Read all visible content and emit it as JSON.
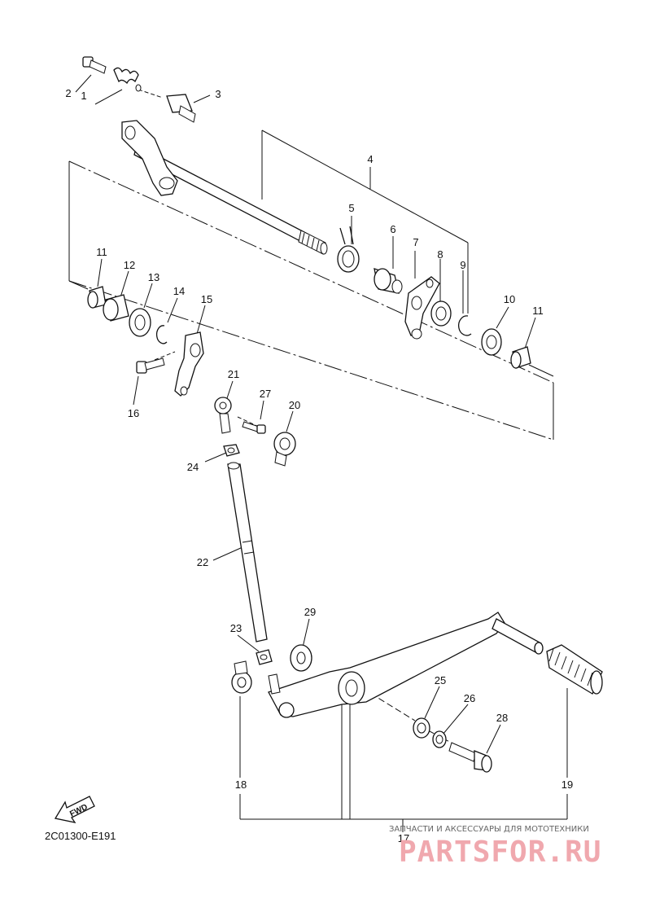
{
  "diagram": {
    "code": "2C01300-E191",
    "fwd_label": "FWD",
    "callouts": [
      "1",
      "2",
      "3",
      "4",
      "5",
      "6",
      "7",
      "8",
      "9",
      "10",
      "11",
      "11",
      "12",
      "13",
      "14",
      "15",
      "16",
      "17",
      "18",
      "19",
      "20",
      "21",
      "22",
      "23",
      "24",
      "25",
      "26",
      "27",
      "28",
      "29"
    ]
  },
  "watermark": {
    "tagline": "ЗАПЧАСТИ И АКСЕССУАРЫ ДЛЯ МОТОТЕХНИКИ",
    "logo": "PARTSFOR.RU",
    "color": "#f0a8ae"
  }
}
